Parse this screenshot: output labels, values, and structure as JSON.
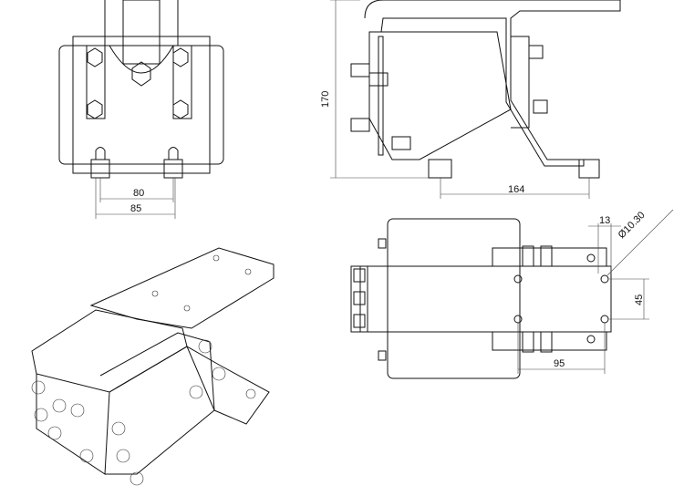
{
  "title": "Collector mounting bracket – technical drawing",
  "views": {
    "front": {
      "dims": {
        "inner_spacing": "80",
        "outer_spacing": "85"
      }
    },
    "side": {
      "dims": {
        "height": "170",
        "length": "164"
      }
    },
    "top": {
      "dims": {
        "edge_offset": "13",
        "hole_diameter": "Ø10.30",
        "hole_spacing": "45",
        "hole_to_edge": "95"
      }
    },
    "isometric": {}
  }
}
